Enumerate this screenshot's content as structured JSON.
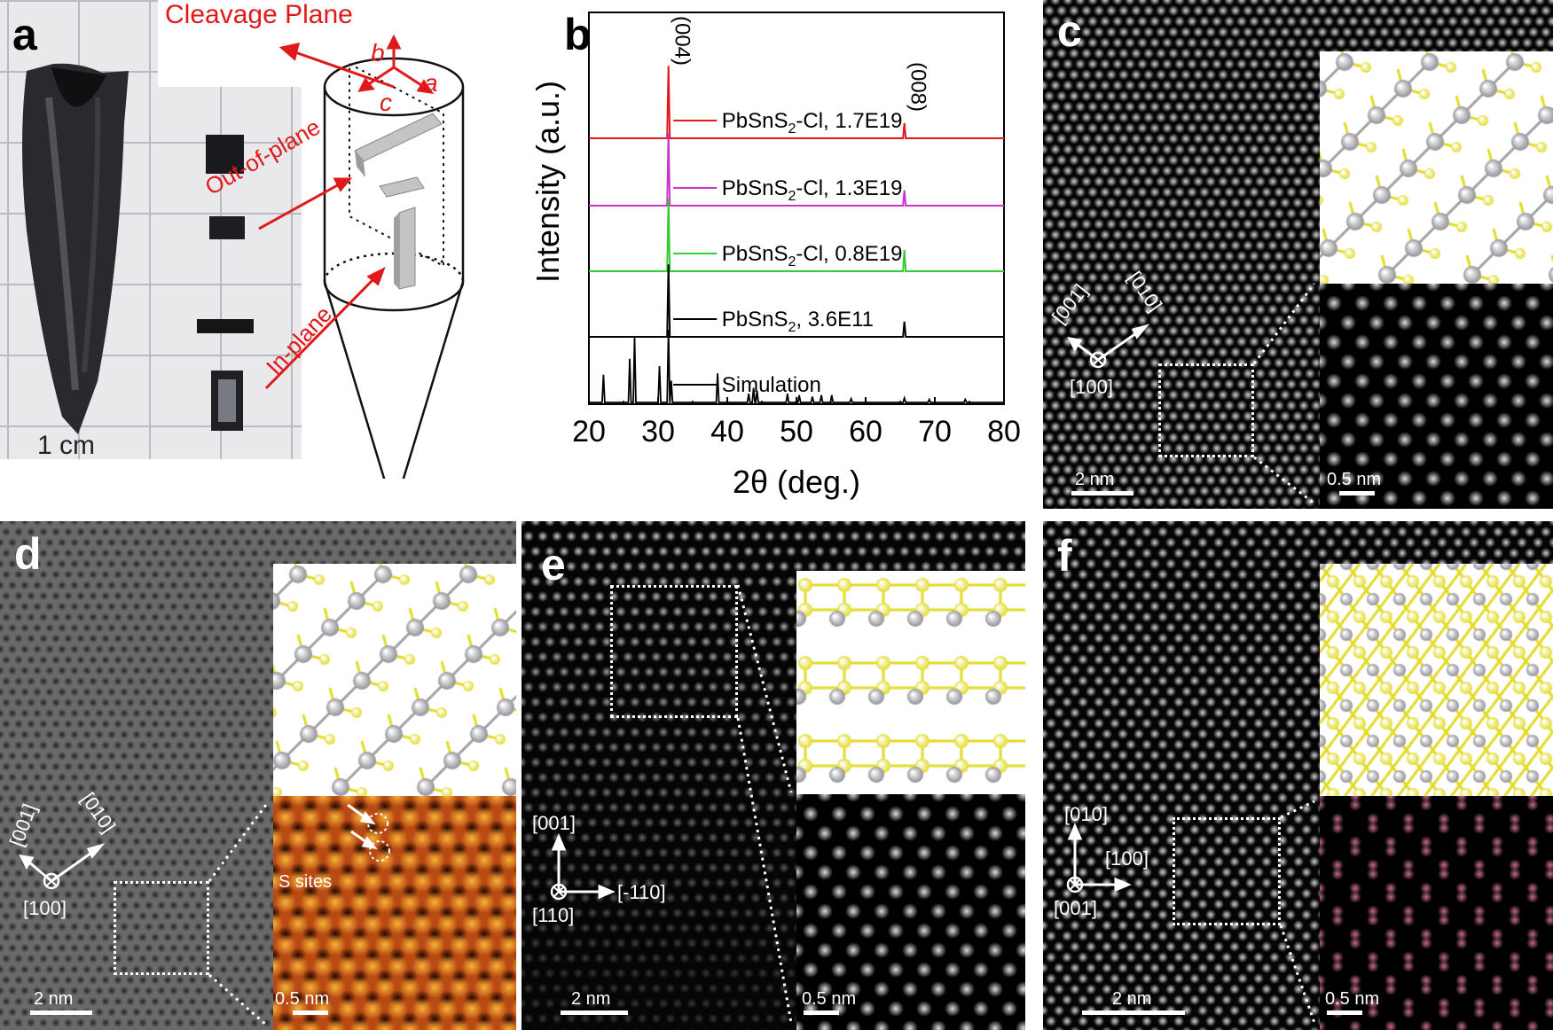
{
  "panels": {
    "a": {
      "label": "a",
      "cleavage_plane": "Cleavage Plane",
      "out_of_plane": "Out-of-plane",
      "in_plane": "In-plane",
      "scale": "1 cm",
      "axis_a": "a",
      "axis_b": "b",
      "axis_c": "c"
    },
    "b": {
      "label": "b"
    },
    "c": {
      "label": "c",
      "dir1": "[001]",
      "dir2": "[010]",
      "dir3": "[100]",
      "scale_main": "2 nm",
      "scale_inset": "0.5 nm"
    },
    "d": {
      "label": "d",
      "dir1": "[001]",
      "dir2": "[010]",
      "dir3": "[100]",
      "scale_main": "2 nm",
      "scale_inset": "0.5 nm",
      "s_sites": "S sites"
    },
    "e": {
      "label": "e",
      "dir1": "[001]",
      "dir2": "[-110]",
      "dir3": "[110]",
      "scale_main": "2 nm",
      "scale_inset": "0.5 nm"
    },
    "f": {
      "label": "f",
      "dir1": "[010]",
      "dir2": "[100]",
      "dir3": "[001]",
      "scale_main": "2 nm",
      "scale_inset": "0.5 nm"
    }
  },
  "colors": {
    "red": "#e0191b",
    "magenta": "#cc33cc",
    "green": "#33cc33",
    "black": "#000000",
    "pb_atom": "#8f8f97",
    "s_atom": "#e3dc2a"
  },
  "chart_data": {
    "type": "line",
    "xlabel": "2θ (deg.)",
    "ylabel": "Intensity (a.u.)",
    "xlim": [
      20,
      80
    ],
    "xticks": [
      20,
      30,
      40,
      50,
      60,
      70,
      80
    ],
    "peak_labels": [
      {
        "text": "(004)",
        "x": 31.5
      },
      {
        "text": "(008)",
        "x": 65.6
      }
    ],
    "series": [
      {
        "name": "PbSnS2-Cl, 1.7E19",
        "name_main": "PbSnS",
        "sub": "2",
        "name_rest": "-Cl, 1.7E19",
        "color": "#e0191b",
        "peaks": [
          {
            "x": 31.5,
            "h": 0.95
          },
          {
            "x": 65.6,
            "h": 0.2
          }
        ]
      },
      {
        "name": "PbSnS2-Cl, 1.3E19",
        "name_main": "PbSnS",
        "sub": "2",
        "name_rest": "-Cl, 1.3E19",
        "color": "#cc33cc",
        "peaks": [
          {
            "x": 31.5,
            "h": 0.95
          },
          {
            "x": 65.6,
            "h": 0.2
          }
        ]
      },
      {
        "name": "PbSnS2-Cl, 0.8E19",
        "name_main": "PbSnS",
        "sub": "2",
        "name_rest": "-Cl, 0.8E19",
        "color": "#33cc33",
        "peaks": [
          {
            "x": 31.5,
            "h": 0.95
          },
          {
            "x": 65.6,
            "h": 0.28
          }
        ]
      },
      {
        "name": "PbSnS2, 3.6E11",
        "name_main": "PbSnS",
        "sub": "2",
        "name_rest": ", 3.6E11",
        "color": "#000000",
        "peaks": [
          {
            "x": 31.5,
            "h": 0.95
          },
          {
            "x": 65.6,
            "h": 0.2
          }
        ]
      },
      {
        "name": "Simulation",
        "name_main": "Simulation",
        "sub": "",
        "name_rest": "",
        "color": "#000000",
        "peaks": [
          {
            "x": 22.1,
            "h": 0.38
          },
          {
            "x": 25.9,
            "h": 0.6
          },
          {
            "x": 26.6,
            "h": 0.9
          },
          {
            "x": 30.2,
            "h": 0.5
          },
          {
            "x": 31.5,
            "h": 1.0
          },
          {
            "x": 31.9,
            "h": 0.3
          },
          {
            "x": 38.6,
            "h": 0.4
          },
          {
            "x": 43.1,
            "h": 0.12
          },
          {
            "x": 43.8,
            "h": 0.2
          },
          {
            "x": 44.3,
            "h": 0.16
          },
          {
            "x": 48.7,
            "h": 0.12
          },
          {
            "x": 50.4,
            "h": 0.1
          },
          {
            "x": 52.3,
            "h": 0.08
          },
          {
            "x": 53.6,
            "h": 0.1
          },
          {
            "x": 55.1,
            "h": 0.1
          },
          {
            "x": 57.9,
            "h": 0.05
          },
          {
            "x": 65.6,
            "h": 0.06
          },
          {
            "x": 69.2,
            "h": 0.04
          },
          {
            "x": 74.4,
            "h": 0.04
          }
        ]
      }
    ]
  }
}
